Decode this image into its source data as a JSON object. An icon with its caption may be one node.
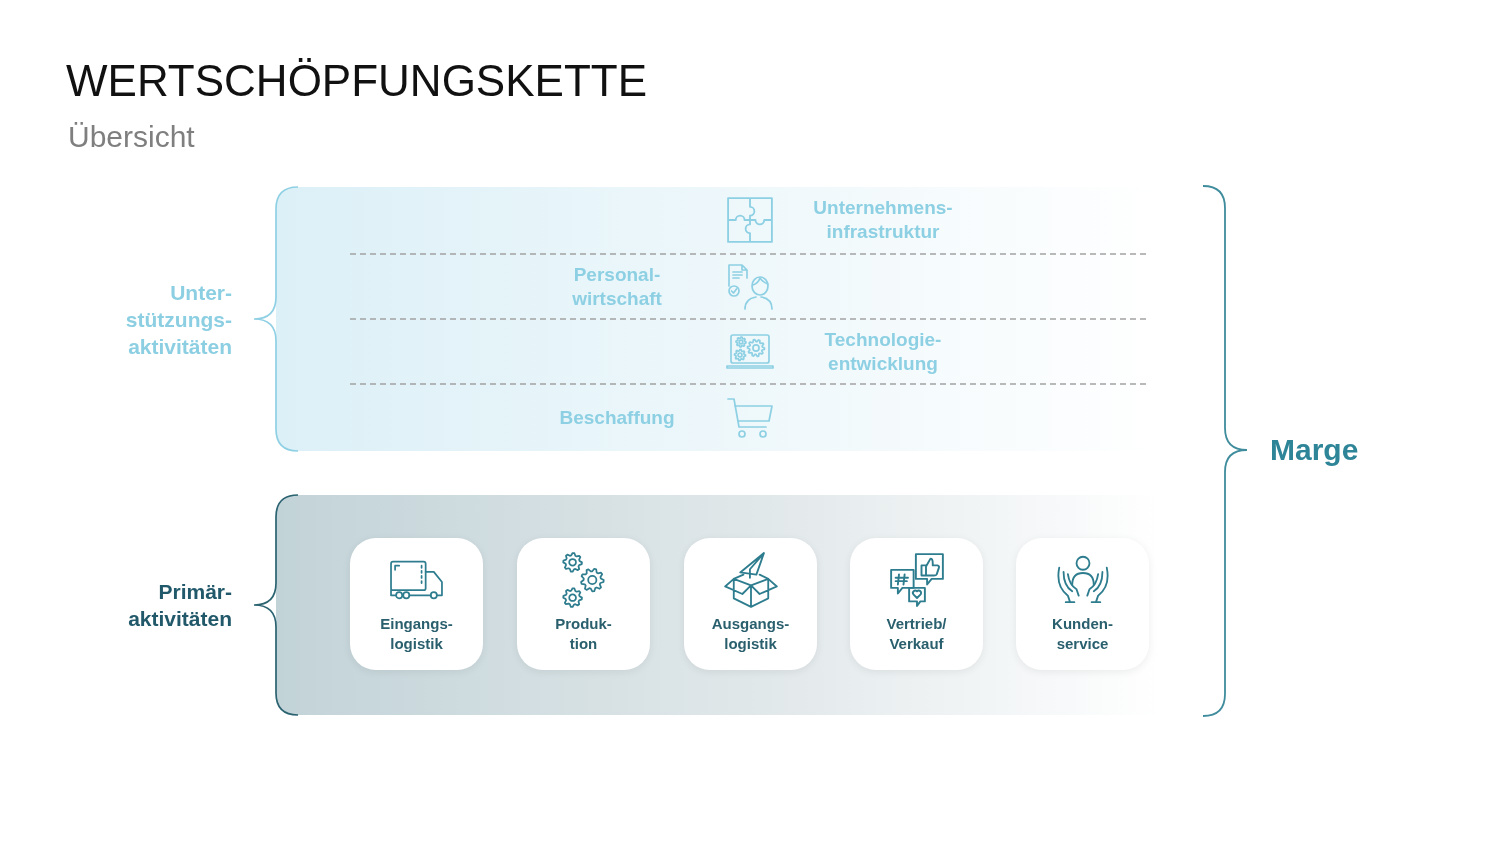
{
  "diagram": {
    "title": "WERTSCHÖPFUNGSKETTE",
    "nodes": [
      {
        "text": [
          "Unter- stützungs- aktivitäten"
        ]
      },
      {
        "text": [
          "Unternehmens- infrastruktur"
        ],
        "in": 0
      },
      {
        "text": [
          "Personal- wirtschaft"
        ],
        "in": 0
      },
      {
        "text": [
          "Technologie- entwicklung"
        ],
        "in": 0
      },
      {
        "text": [
          "Beschaffung"
        ],
        "in": 0
      },
      {
        "text": [
          "Primär- aktivitäten"
        ]
      },
      {
        "text": [
          "Eingangs- logistik"
        ],
        "in": 5
      },
      {
        "text": [
          "Produk- tion"
        ],
        "in": 5
      },
      {
        "text": [
          "Ausgangs- logistik"
        ],
        "in": 5
      },
      {
        "text": [
          "Vertrieb/ Verkauf"
        ],
        "in": 5
      },
      {
        "text": [
          "Kunden- service"
        ],
        "in": 5
      }
    ],
    "labels": [
      "Übersicht",
      "Marge"
    ]
  }
}
